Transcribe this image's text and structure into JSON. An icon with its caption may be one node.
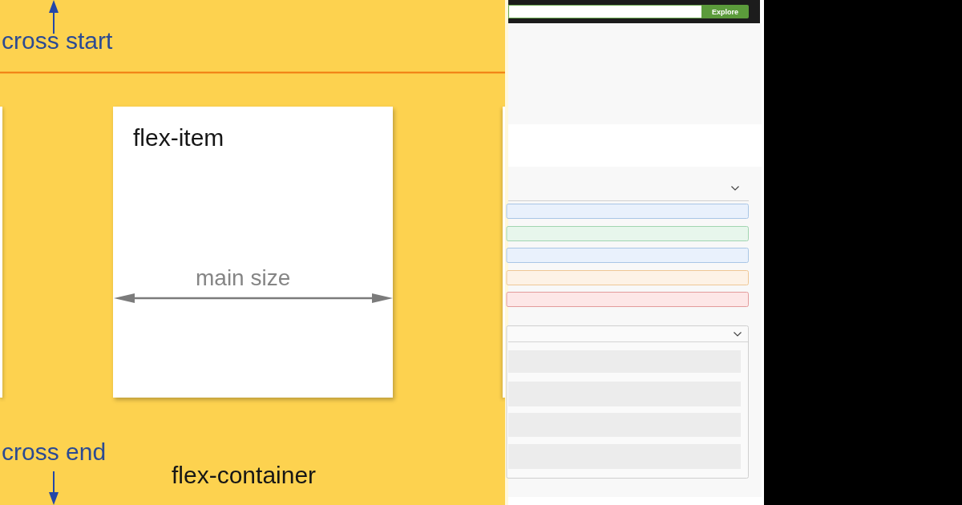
{
  "diagram": {
    "nodes": [
      {
        "text": [
          "flex-container"
        ]
      },
      {
        "text": [],
        "shape": "box",
        "in": 0
      },
      {
        "text": [
          "flex-item"
        ],
        "in": 0
      },
      {
        "text": [],
        "shape": "box",
        "in": 0
      }
    ],
    "labels": [
      "cross start",
      "main size",
      "cross end",
      "Explore"
    ]
  }
}
